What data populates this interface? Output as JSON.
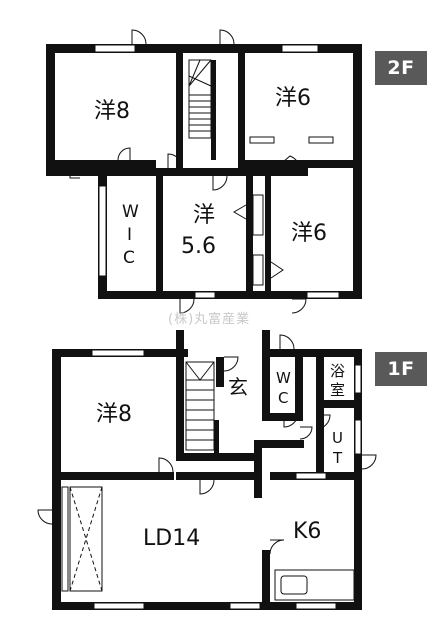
{
  "floor_badges": {
    "upper": "2F",
    "lower": "1F"
  },
  "watermark": "(株)丸富産業",
  "rooms_2f": {
    "bedroom_nw": "洋8",
    "bedroom_ne": "洋6",
    "wic": [
      "W",
      "I",
      "C"
    ],
    "bedroom_center_name": "洋",
    "bedroom_center_size": "5.6",
    "bedroom_se": "洋6"
  },
  "rooms_1f": {
    "bedroom_w": "洋8",
    "entrance": "玄",
    "toilet": [
      "W",
      "C"
    ],
    "bath": [
      "浴",
      "室"
    ],
    "utility": [
      "U",
      "T"
    ],
    "living_dining": "LD14",
    "kitchen": "K6"
  },
  "colors": {
    "wall": "#111111",
    "badge": "#595959",
    "window": "#ffffff"
  }
}
